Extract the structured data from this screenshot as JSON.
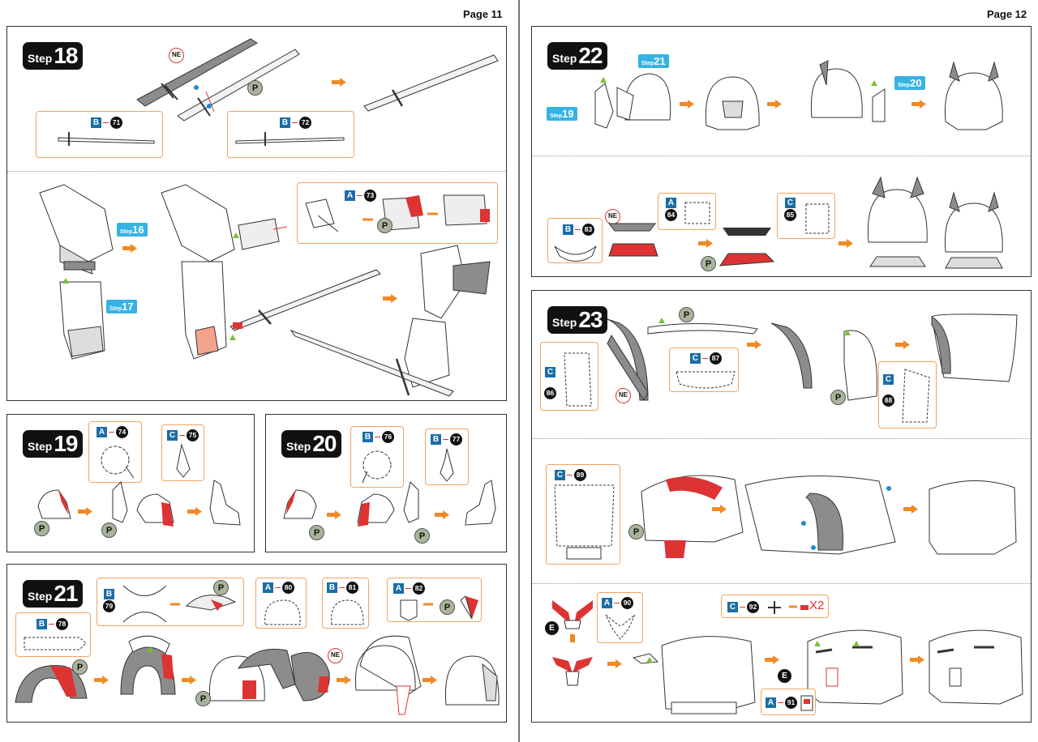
{
  "pages": {
    "left": "Page 11",
    "right": "Page 12"
  },
  "step_word": "Step",
  "steps": {
    "s18": "18",
    "s19": "19",
    "s20": "20",
    "s21": "21",
    "s22": "22",
    "s23": "23"
  },
  "ref_steps": {
    "r16": "16",
    "r17": "17",
    "r19": "19",
    "r20": "20",
    "r21": "21"
  },
  "markers": {
    "P": "P",
    "NE": "NE",
    "E": "E",
    "x2": "X2"
  },
  "letters": {
    "A": "A",
    "B": "B",
    "C": "C"
  },
  "parts": {
    "p71": "71",
    "p72": "72",
    "p73": "73",
    "p74": "74",
    "p75": "75",
    "p76": "76",
    "p77": "77",
    "p78": "78",
    "p79": "79",
    "p80": "80",
    "p81": "81",
    "p82": "82",
    "p83": "83",
    "p84": "84",
    "p85": "85",
    "p86": "86",
    "p87": "87",
    "p88": "88",
    "p89": "89",
    "p90": "90",
    "p91": "91",
    "p92": "92"
  },
  "colors": {
    "accent_orange": "#f08a24",
    "callout_border": "#f0a462",
    "sheet_blue": "#1b6ea5",
    "step_blue": "#35b3e4",
    "part_red": "#d9382a",
    "part_grey": "#8c8c8c",
    "p_badge": "#a9b49b"
  },
  "icons": [
    "step-arrow-icon",
    "sword-part-icon",
    "leg-part-icon",
    "helmet-part-icon",
    "torso-part-icon",
    "hole-dot-icon",
    "fold-triangle-icon"
  ]
}
